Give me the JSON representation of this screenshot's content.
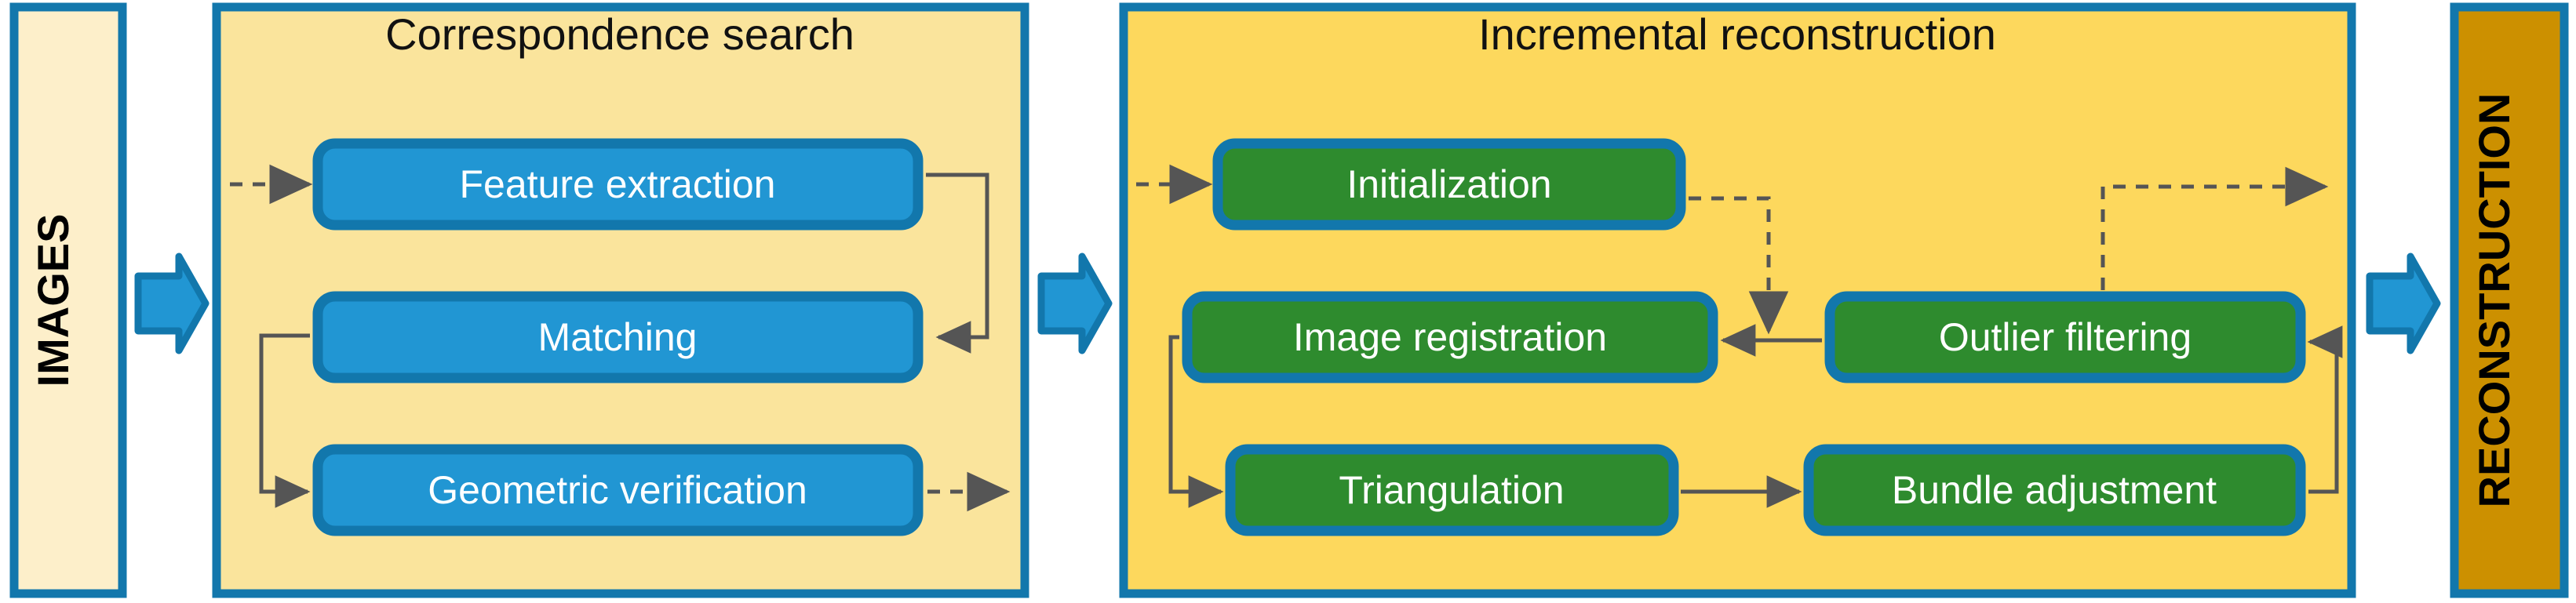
{
  "diagram": {
    "title_semantic": "structure-from-motion-pipeline",
    "colors": {
      "panel_border": "#1277AC",
      "panel_fill_left": "#FAE49C",
      "panel_fill_right": "#FDD85D",
      "images_fill": "#FDEFCA",
      "reconstruction_fill": "#CC9000",
      "blue_box": "#2196D3",
      "green_box": "#2E8B2E",
      "arrow_gray": "#555555",
      "block_arrow": "#2196D3",
      "block_arrow_border": "#1277AC",
      "label_white": "#FFFFFF",
      "label_black": "#000000"
    },
    "input": {
      "label": "IMAGES"
    },
    "output": {
      "label": "RECONSTRUCTION"
    },
    "panels": [
      {
        "id": "correspondence-search",
        "title": "Correspondence search",
        "fill": "#FAE49C",
        "steps": [
          {
            "id": "feature-extraction",
            "label": "Feature extraction"
          },
          {
            "id": "matching",
            "label": "Matching"
          },
          {
            "id": "geometric-verification",
            "label": "Geometric verification"
          }
        ]
      },
      {
        "id": "incremental-reconstruction",
        "title": "Incremental reconstruction",
        "fill": "#FDD85D",
        "steps": [
          {
            "id": "initialization",
            "label": "Initialization"
          },
          {
            "id": "image-registration",
            "label": "Image registration"
          },
          {
            "id": "outlier-filtering",
            "label": "Outlier filtering"
          },
          {
            "id": "triangulation",
            "label": "Triangulation"
          },
          {
            "id": "bundle-adjustment",
            "label": "Bundle adjustment"
          }
        ]
      }
    ],
    "connectors": [
      {
        "id": "images-to-correspondence",
        "style": "block-arrow",
        "direction": "right"
      },
      {
        "id": "into-feature-extraction",
        "style": "dashed",
        "direction": "right"
      },
      {
        "id": "feature-extraction-to-matching",
        "style": "solid",
        "direction": "left"
      },
      {
        "id": "matching-to-geometric-verification",
        "style": "solid",
        "direction": "right"
      },
      {
        "id": "geometric-verification-out",
        "style": "dashed",
        "direction": "right"
      },
      {
        "id": "correspondence-to-incremental",
        "style": "block-arrow",
        "direction": "right"
      },
      {
        "id": "into-initialization",
        "style": "dashed",
        "direction": "right"
      },
      {
        "id": "initialization-to-image-registration",
        "style": "dashed",
        "direction": "down"
      },
      {
        "id": "outlier-filtering-to-image-registration",
        "style": "solid",
        "direction": "left"
      },
      {
        "id": "image-registration-to-triangulation",
        "style": "solid",
        "direction": "right"
      },
      {
        "id": "triangulation-to-bundle-adjustment",
        "style": "solid",
        "direction": "right"
      },
      {
        "id": "bundle-adjustment-to-outlier-filtering",
        "style": "solid",
        "direction": "left"
      },
      {
        "id": "outlier-filtering-out",
        "style": "dashed",
        "direction": "right"
      },
      {
        "id": "incremental-to-reconstruction",
        "style": "block-arrow",
        "direction": "right"
      }
    ]
  }
}
